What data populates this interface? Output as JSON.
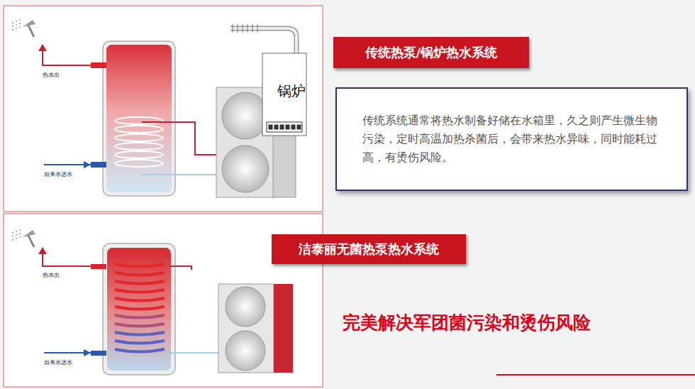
{
  "diagram": {
    "nodes": [
      {
        "text": [
          "传统热泵/锅炉热水系统"
        ]
      },
      {
        "text": [
          "传统系统通常将热水制备好储在水箱里，久之则产生微生物污染，定时高温加热杀菌后，会带来热水异味，同时能耗过高，有烫伤风险。"
        ]
      },
      {
        "text": [
          "锅炉"
        ]
      },
      {
        "text": [
          "洁泰丽无菌热泵热水系统"
        ]
      }
    ],
    "labels": [
      "热水出",
      "自来水进水",
      "热水出",
      "自来水进水",
      "完美解决军团菌污染和烫伤风险"
    ]
  }
}
